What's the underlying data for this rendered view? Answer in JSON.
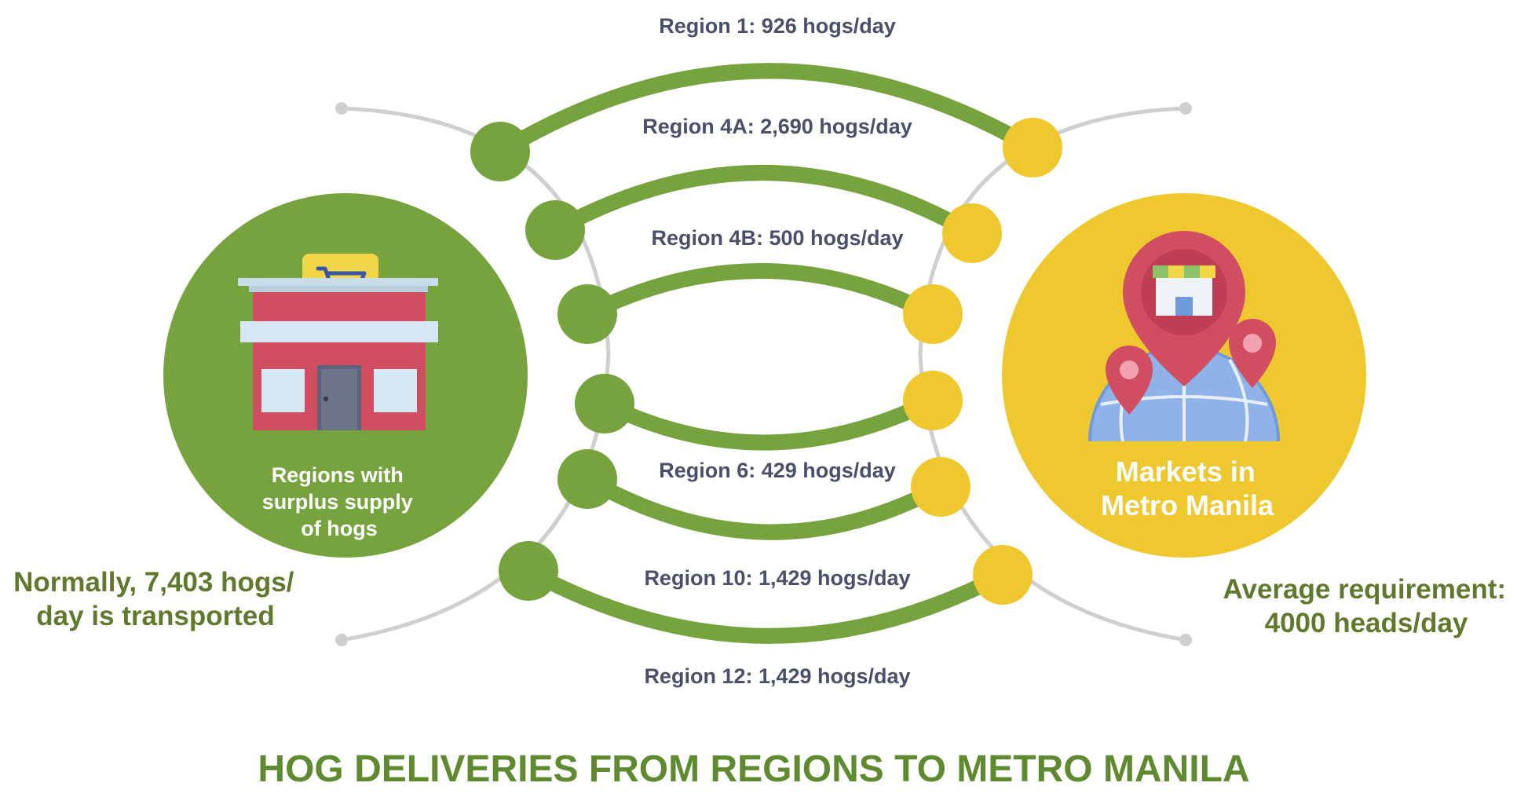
{
  "title": "HOG DELIVERIES FROM REGIONS TO METRO MANILA",
  "colors": {
    "green": "#76a33e",
    "yellow": "#eec82e",
    "connector": "#cfcfcf",
    "label": "#4a4f6a",
    "note": "#5f7a2c",
    "title": "#5f8a30"
  },
  "source": {
    "icon": "store-with-cart-icon",
    "label_lines": [
      "Regions with",
      "surplus supply",
      "of hogs"
    ],
    "note_lines": [
      "Normally, 7,403 hogs/",
      "day is transported"
    ]
  },
  "destination": {
    "icon": "market-location-pins-icon",
    "label_lines": [
      "Markets in",
      "Metro Manila"
    ],
    "note_lines": [
      "Average requirement:",
      "4000 heads/day"
    ]
  },
  "routes": [
    {
      "label": "Region 1: 926 hogs/day"
    },
    {
      "label": "Region 4A: 2,690 hogs/day"
    },
    {
      "label": "Region 4B: 500 hogs/day"
    },
    {
      "label": ""
    },
    {
      "label": "Region 6: 429 hogs/day"
    },
    {
      "label": "Region 10: 1,429 hogs/day"
    },
    {
      "label": "Region 12: 1,429 hogs/day"
    }
  ]
}
